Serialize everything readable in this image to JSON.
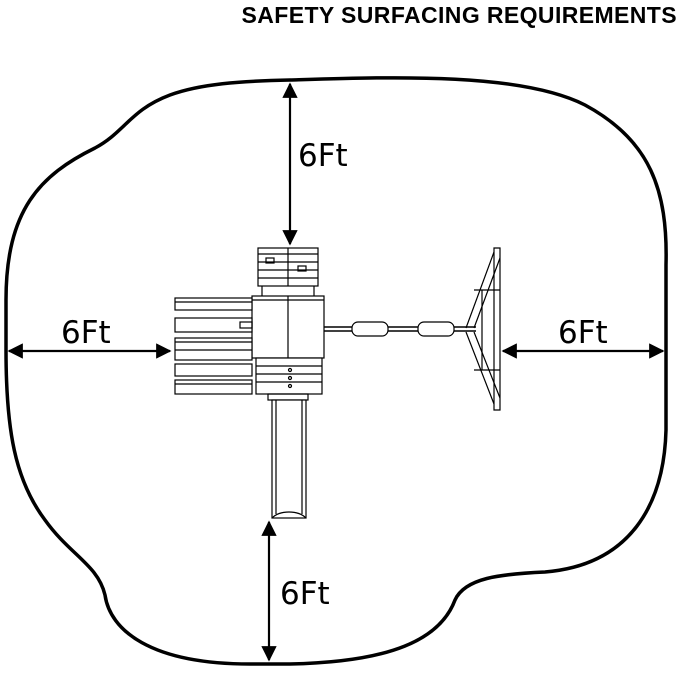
{
  "title": "SAFETY SURFACING REQUIREMENTS",
  "dimensions": {
    "top": "6Ft",
    "left": "6Ft",
    "right": "6Ft",
    "bottom": "6Ft"
  }
}
